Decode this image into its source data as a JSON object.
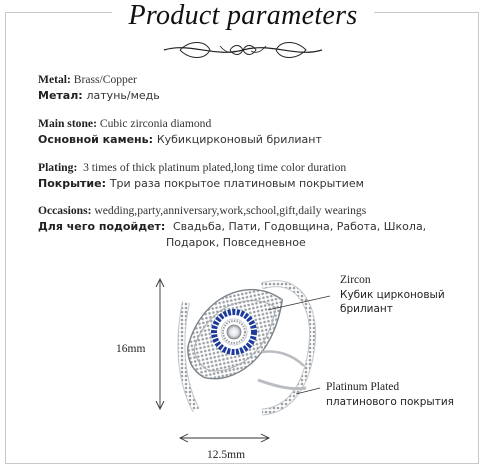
{
  "header": {
    "title": "Product parameters"
  },
  "specs": {
    "metal": {
      "label_en": "Metal",
      "value_en": "Brass/Copper",
      "label_ru": "Метал",
      "value_ru": "латунь/медь"
    },
    "stone": {
      "label_en": "Main stone",
      "value_en": "Cubic zirconia diamond",
      "label_ru": "Основной камень",
      "value_ru": "Кубикциркoновый брилиант"
    },
    "plating": {
      "label_en": "Plating",
      "value_en": "3 times of thick platinum plated,long time color duration",
      "label_ru": "Покрытие",
      "value_ru": "Три раза покрытое платиновым покрытием"
    },
    "occasions": {
      "label_en": "Occasions",
      "value_en": "wedding,party,anniversary,work,school,gift,daily wearings",
      "label_ru": "Для чего подойдет",
      "value_ru_1": "Свадьба, Пати, Годовщина, Работа, Школа,",
      "value_ru_2": "Подарок, Повседневное"
    }
  },
  "diagram": {
    "height_label": "16mm",
    "width_label": "12.5mm",
    "zircon_en": "Zircon",
    "zircon_ru_1": "Кубик цирконовый",
    "zircon_ru_2": "брилиант",
    "plated_en": "Platinum Plated",
    "plated_ru": "платинового покрытия"
  },
  "colors": {
    "text": "#2b2b2b",
    "stone_blue": "#1d3a9a",
    "metal": "#b9bdc2"
  }
}
